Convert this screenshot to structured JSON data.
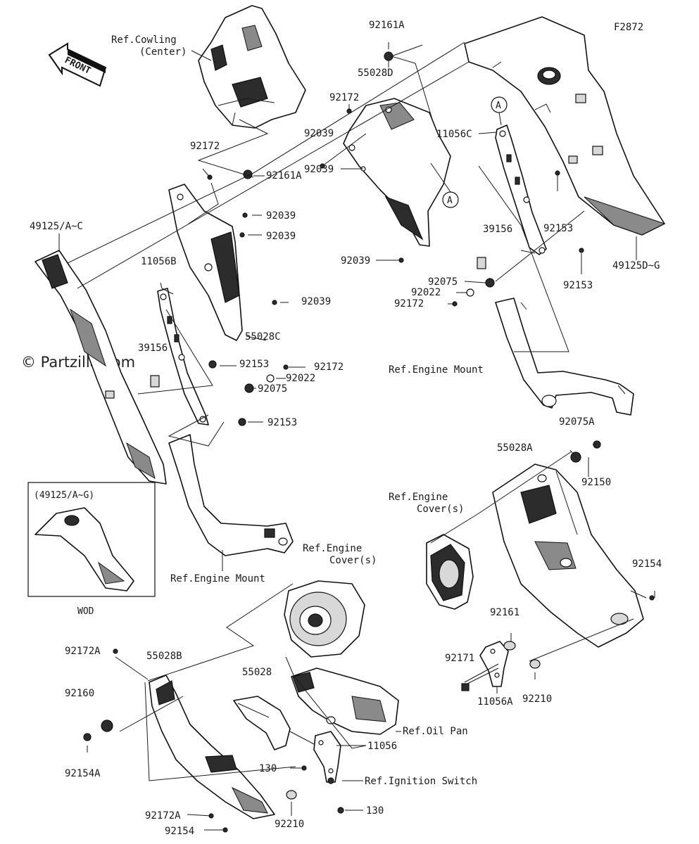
{
  "figure_code": "F2872",
  "watermark": "© Partzilla.com",
  "front_arrow": "FRONT",
  "inset": {
    "title": "(49125/A~G)",
    "caption": "WOD"
  },
  "callout_a": "A",
  "labels": {
    "ref_cowling": "Ref.Cowling",
    "ref_cowling_center": "(Center)",
    "ref_engine_mount_left": "Ref.Engine Mount",
    "ref_engine_mount_right": "Ref.Engine Mount",
    "ref_engine_cover_mid_1": "Ref.Engine",
    "ref_engine_cover_mid_2": "Cover(s)",
    "ref_engine_cover_right_1": "Ref.Engine",
    "ref_engine_cover_right_2": "Cover(s)",
    "ref_oil_pan": "Ref.Oil Pan",
    "ref_ignition_switch": "Ref.Ignition Switch",
    "p_92161A_top": "92161A",
    "p_55028D": "55028D",
    "p_92172_top": "92172",
    "p_92039_a": "92039",
    "p_92039_b": "92039",
    "p_92039_c": "92039",
    "p_11056C": "11056C",
    "p_92153_r1": "92153",
    "p_92153_r2": "92153",
    "p_39156_r": "39156",
    "p_49125DG": "49125D~G",
    "p_92075_r": "92075",
    "p_92022_r": "92022",
    "p_92172_r": "92172",
    "p_92172_l": "92172",
    "p_92161A_l": "92161A",
    "p_92039_l1": "92039",
    "p_92039_l2": "92039",
    "p_92039_l3": "92039",
    "p_49125AC": "49125/A~C",
    "p_11056B": "11056B",
    "p_55028C": "55028C",
    "p_39156_l": "39156",
    "p_92153_l1": "92153",
    "p_92172_l2": "92172",
    "p_92022_l": "92022",
    "p_92075_l": "92075",
    "p_92153_l2": "92153",
    "p_92075A": "92075A",
    "p_55028A": "55028A",
    "p_92150": "92150",
    "p_92154_r": "92154",
    "p_92161": "92161",
    "p_92171": "92171",
    "p_92210_r": "92210",
    "p_11056A": "11056A",
    "p_92172A_top": "92172A",
    "p_55028B": "55028B",
    "p_55028": "55028",
    "p_92160": "92160",
    "p_92154A": "92154A",
    "p_11056": "11056",
    "p_130_a": "130",
    "p_130_b": "130",
    "p_92172A_bot": "92172A",
    "p_92210_b": "92210",
    "p_92154_b": "92154"
  }
}
